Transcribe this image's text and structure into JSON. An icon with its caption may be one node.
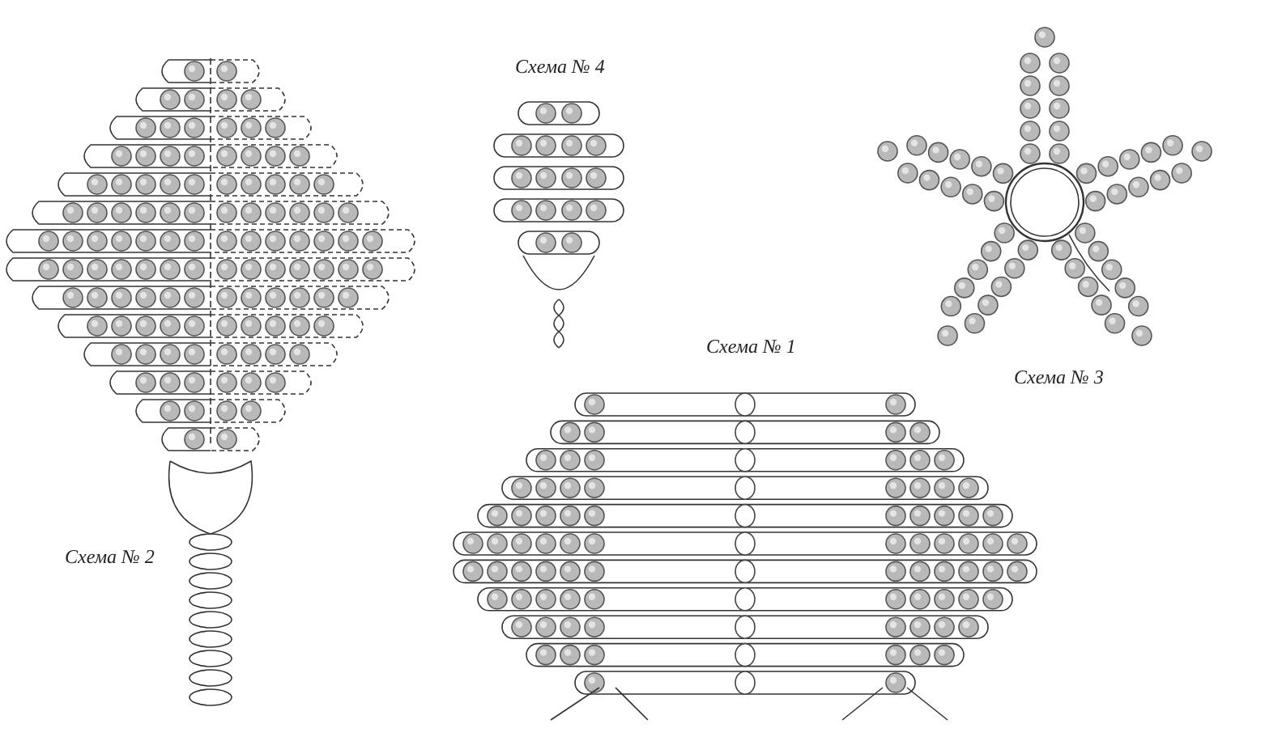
{
  "diagram": {
    "labels": [
      "Схема № 4",
      "Схема № 1",
      "Схема № 3",
      "Схема № 2"
    ]
  }
}
